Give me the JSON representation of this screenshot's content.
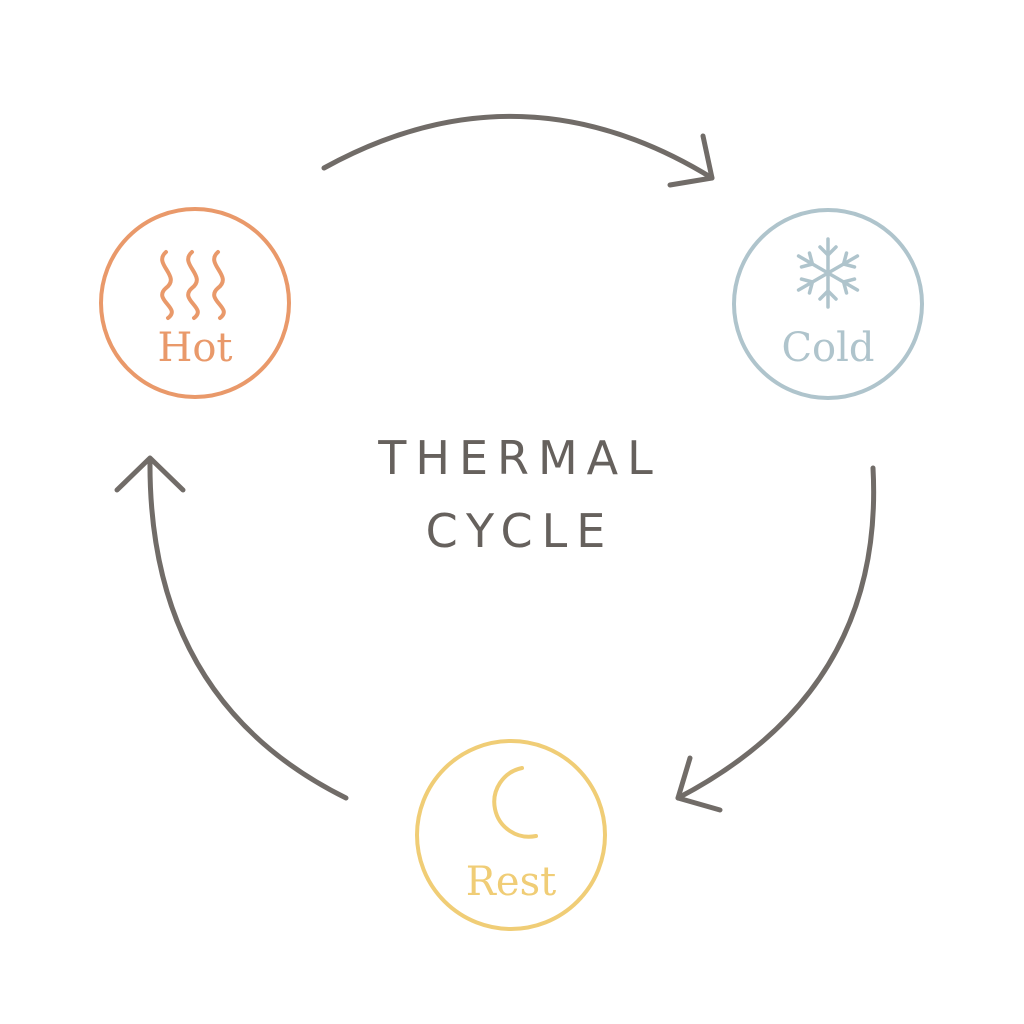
{
  "title": {
    "line1": "THERMAL",
    "line2": "CYCLE"
  },
  "nodes": {
    "hot": {
      "label": "Hot",
      "icon": "heat-waves-icon",
      "color": "#E9996A"
    },
    "cold": {
      "label": "Cold",
      "icon": "snowflake-icon",
      "color": "#AFC4CC"
    },
    "rest": {
      "label": "Rest",
      "icon": "crescent-moon-icon",
      "color": "#F0CD76"
    }
  },
  "colors": {
    "arrow": "#716C68",
    "title": "#66615D",
    "background": "#FFFFFF"
  },
  "flow": [
    "Hot",
    "Cold",
    "Rest",
    "Hot"
  ]
}
